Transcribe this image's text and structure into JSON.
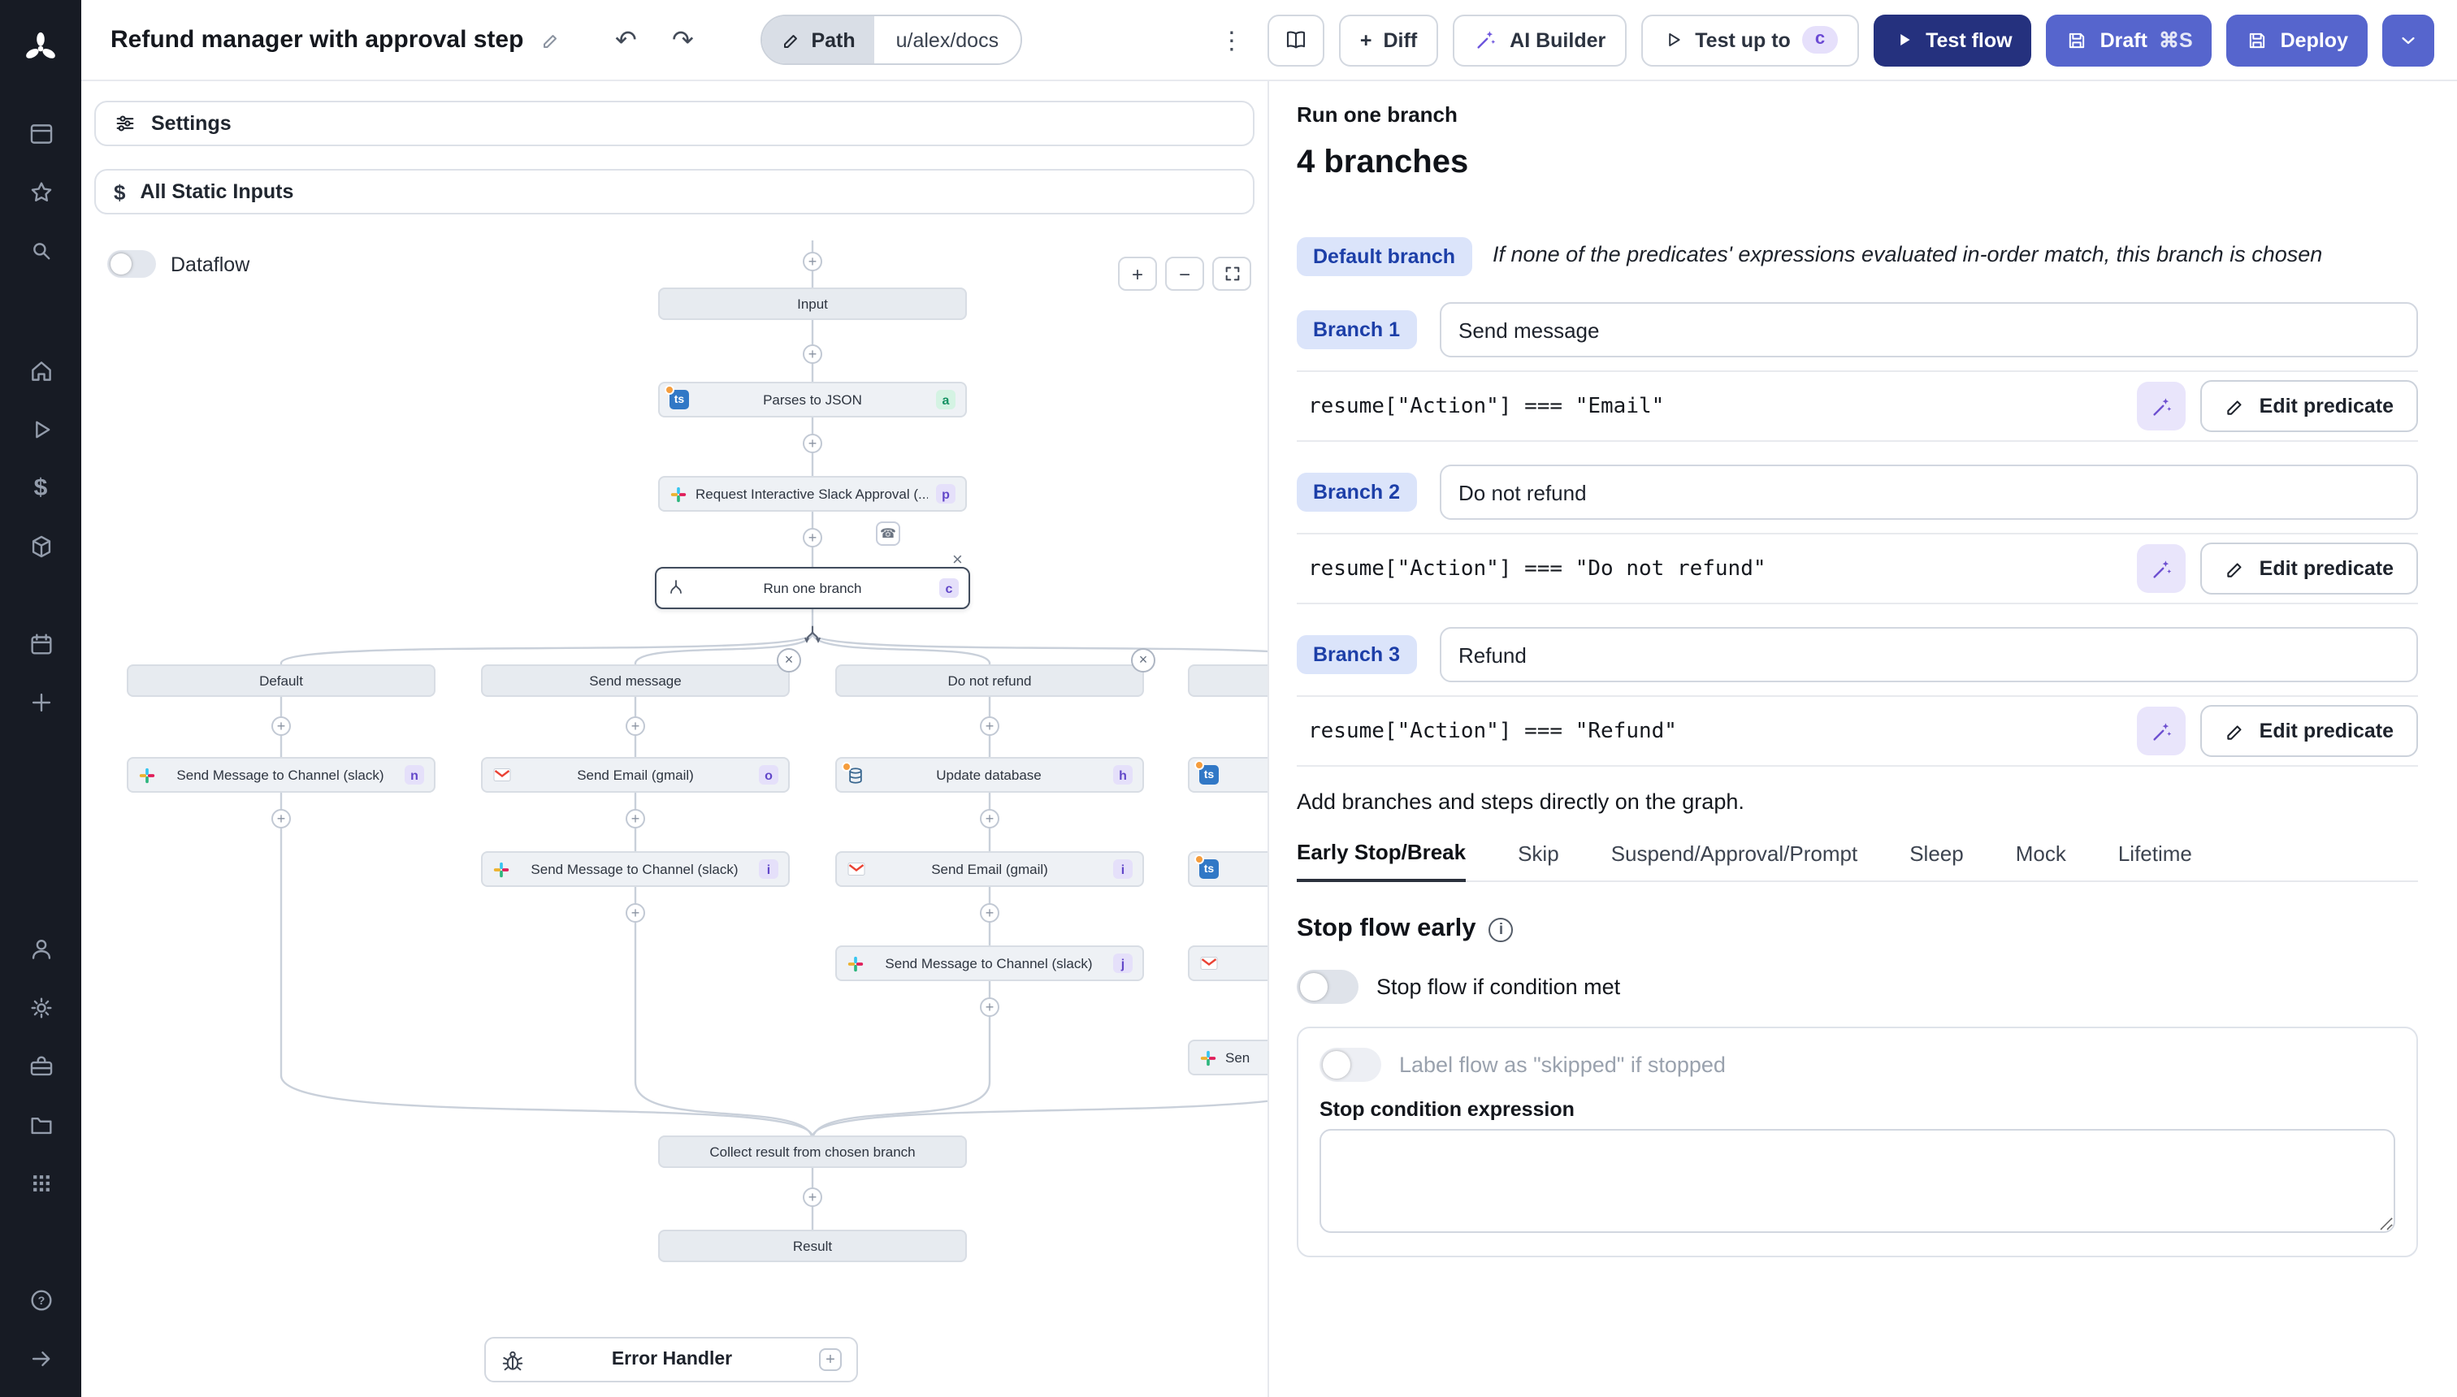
{
  "icons": {
    "undo": "↶",
    "redo": "↷",
    "kebab": "⋮",
    "plus": "+",
    "minus": "−",
    "close": "×",
    "dollar": "$",
    "phone": "☎",
    "info": "i",
    "ts": "ts",
    "question": "?"
  },
  "colors": {
    "primary_blue": "#5665cd",
    "dark_navy": "#25317e",
    "badge_blue_bg": "#dbe4fa",
    "badge_blue_text": "#1d3fa8",
    "ai_purple": "#6d4fd0",
    "ts_blue": "#3178c6"
  },
  "topbar": {
    "title": "Refund manager with approval step",
    "path_label": "Path",
    "path_value": "u/alex/docs",
    "diff_label": "Diff",
    "ai_builder_label": "AI Builder",
    "test_up_to_label": "Test up to",
    "test_up_to_badge": "c",
    "test_flow_label": "Test flow",
    "draft_label": "Draft",
    "draft_shortcut": "⌘S",
    "deploy_label": "Deploy"
  },
  "flow": {
    "settings_label": "Settings",
    "static_inputs_label": "All Static Inputs",
    "dataflow_label": "Dataflow",
    "nodes": {
      "input": {
        "label": "Input"
      },
      "parse": {
        "label": "Parses to JSON",
        "badge": "a"
      },
      "approval": {
        "label": "Request Interactive Slack Approval (...",
        "badge": "p"
      },
      "run_one_branch": {
        "label": "Run one branch",
        "badge": "c"
      },
      "branch_default": {
        "label": "Default"
      },
      "branch_send_message": {
        "label": "Send message"
      },
      "branch_do_not_refund": {
        "label": "Do not refund"
      },
      "branch_4": {
        "label": ""
      },
      "default_slack": {
        "label": "Send Message to Channel (slack)",
        "badge": "n"
      },
      "sm_email": {
        "label": "Send Email (gmail)",
        "badge": "o"
      },
      "sm_slack": {
        "label": "Send Message to Channel (slack)",
        "badge": "i"
      },
      "dnr_db": {
        "label": "Update database",
        "badge": "h"
      },
      "dnr_email": {
        "label": "Send Email (gmail)",
        "badge": "i"
      },
      "dnr_slack": {
        "label": "Send Message to Channel (slack)",
        "badge": "j"
      },
      "b4_step1": {
        "label": ""
      },
      "b4_step2": {
        "label": ""
      },
      "b4_step3": {
        "label": ""
      },
      "b4_step4": {
        "label": "Sen"
      },
      "collect": {
        "label": "Collect result from chosen branch"
      },
      "result": {
        "label": "Result"
      },
      "error_handler": {
        "label": "Error Handler"
      }
    }
  },
  "panel": {
    "step_name": "Run one branch",
    "title": "4 branches",
    "default_badge": "Default branch",
    "default_desc": "If none of the predicates' expressions evaluated in-order match, this branch is chosen",
    "branches": [
      {
        "badge": "Branch 1",
        "name": "Send message",
        "predicate": "resume[\"Action\"] === \"Email\""
      },
      {
        "badge": "Branch 2",
        "name": "Do not refund",
        "predicate": "resume[\"Action\"] === \"Do not refund\""
      },
      {
        "badge": "Branch 3",
        "name": "Refund",
        "predicate": "resume[\"Action\"] === \"Refund\""
      }
    ],
    "edit_predicate_label": "Edit predicate",
    "hint": "Add branches and steps directly on the graph.",
    "tabs": [
      "Early Stop/Break",
      "Skip",
      "Suspend/Approval/Prompt",
      "Sleep",
      "Mock",
      "Lifetime"
    ],
    "early_stop": {
      "heading": "Stop flow early",
      "condition_toggle_label": "Stop flow if condition met",
      "skipped_toggle_label": "Label flow as \"skipped\" if stopped",
      "expression_label": "Stop condition expression"
    }
  }
}
